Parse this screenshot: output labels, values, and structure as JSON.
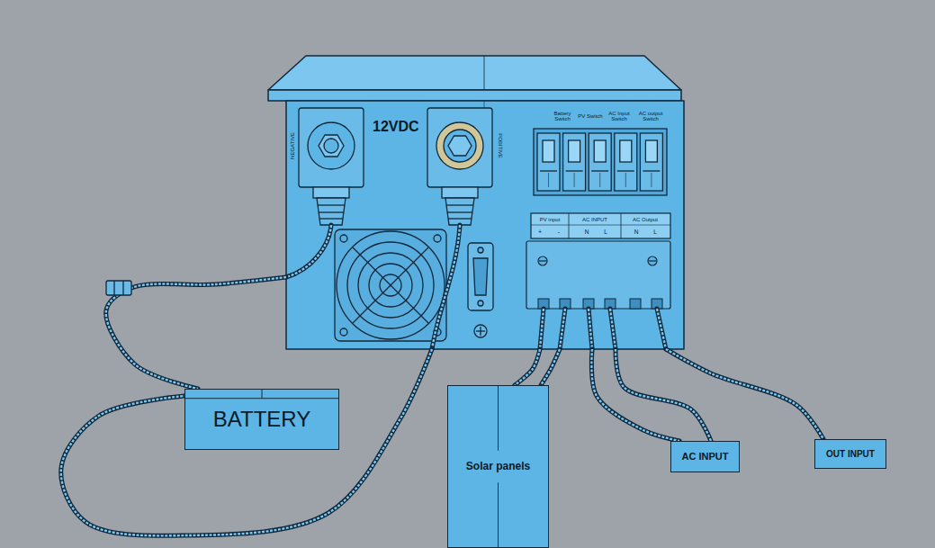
{
  "diagram": {
    "nodes": [
      {
        "text": [
          "12VDC"
        ]
      },
      {
        "text": [
          "BATTERY"
        ]
      },
      {
        "text": [
          "Solar panels"
        ]
      },
      {
        "text": [
          "AC INPUT"
        ]
      },
      {
        "text": [
          "OUT INPUT"
        ]
      }
    ],
    "edges": [
      {
        "from": 0,
        "to": 1,
        "arrow": "none"
      },
      {
        "from": 0,
        "to": 1,
        "arrow": "none"
      },
      {
        "from": 0,
        "to": 2,
        "arrow": "none"
      },
      {
        "from": 0,
        "to": 2,
        "arrow": "none"
      },
      {
        "from": 0,
        "to": 3,
        "arrow": "none"
      },
      {
        "from": 0,
        "to": 3,
        "arrow": "none"
      },
      {
        "from": 0,
        "to": 4,
        "arrow": "none"
      }
    ],
    "labels": [
      "NEGATIVE",
      "POSITIVE",
      "Battery Switch",
      "PV Switch",
      "AC Input Switch",
      "AC output Switch",
      "PV input",
      "AC INPUT",
      "AC Output",
      "+",
      "-",
      "N",
      "L",
      "N",
      "L"
    ]
  }
}
